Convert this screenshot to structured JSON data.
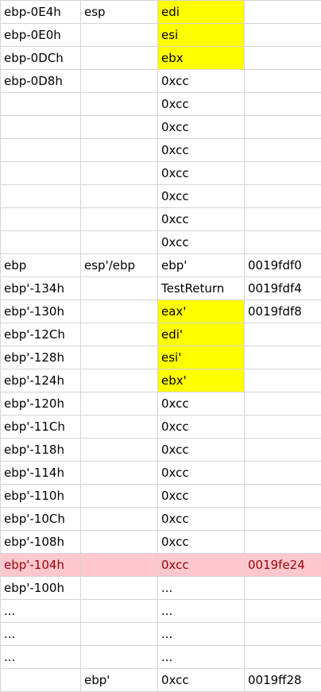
{
  "sheet": {
    "rows": [
      {
        "cells": [
          "ebp-0E4h",
          "esp",
          "edi",
          ""
        ],
        "highlight_col3": true
      },
      {
        "cells": [
          "ebp-0E0h",
          "",
          "esi",
          ""
        ],
        "highlight_col3": true
      },
      {
        "cells": [
          "ebp-0DCh",
          "",
          "ebx",
          ""
        ],
        "highlight_col3": true
      },
      {
        "cells": [
          "ebp-0D8h",
          "",
          "0xcc",
          ""
        ]
      },
      {
        "cells": [
          "",
          "",
          "0xcc",
          ""
        ]
      },
      {
        "cells": [
          "",
          "",
          "0xcc",
          ""
        ]
      },
      {
        "cells": [
          "",
          "",
          "0xcc",
          ""
        ]
      },
      {
        "cells": [
          "",
          "",
          "0xcc",
          ""
        ]
      },
      {
        "cells": [
          "",
          "",
          "0xcc",
          ""
        ]
      },
      {
        "cells": [
          "",
          "",
          "0xcc",
          ""
        ]
      },
      {
        "cells": [
          "",
          "",
          "0xcc",
          ""
        ]
      },
      {
        "cells": [
          "ebp",
          "esp'/ebp",
          "ebp'",
          "0019fdf0"
        ]
      },
      {
        "cells": [
          "ebp'-134h",
          "",
          "TestReturn",
          "0019fdf4"
        ]
      },
      {
        "cells": [
          "ebp'-130h",
          "",
          "eax'",
          "0019fdf8"
        ],
        "highlight_col3": true
      },
      {
        "cells": [
          "ebp'-12Ch",
          "",
          "edi'",
          ""
        ],
        "highlight_col3": true
      },
      {
        "cells": [
          "ebp'-128h",
          "",
          "esi'",
          ""
        ],
        "highlight_col3": true
      },
      {
        "cells": [
          "ebp'-124h",
          "",
          "ebx'",
          ""
        ],
        "highlight_col3": true
      },
      {
        "cells": [
          "ebp'-120h",
          "",
          "0xcc",
          ""
        ]
      },
      {
        "cells": [
          "ebp'-11Ch",
          "",
          "0xcc",
          ""
        ]
      },
      {
        "cells": [
          "ebp'-118h",
          "",
          "0xcc",
          ""
        ]
      },
      {
        "cells": [
          "ebp'-114h",
          "",
          "0xcc",
          ""
        ]
      },
      {
        "cells": [
          "ebp'-110h",
          "",
          "0xcc",
          ""
        ]
      },
      {
        "cells": [
          "ebp'-10Ch",
          "",
          "0xcc",
          ""
        ]
      },
      {
        "cells": [
          "ebp'-108h",
          "",
          "0xcc",
          ""
        ]
      },
      {
        "cells": [
          "ebp'-104h",
          "",
          "0xcc",
          "0019fe24"
        ],
        "highlight_row": true
      },
      {
        "cells": [
          "ebp'-100h",
          "",
          "...",
          ""
        ]
      },
      {
        "cells": [
          "...",
          "",
          "...",
          ""
        ]
      },
      {
        "cells": [
          "...",
          "",
          "...",
          ""
        ]
      },
      {
        "cells": [
          "...",
          "",
          "...",
          ""
        ]
      },
      {
        "cells": [
          "",
          "ebp'",
          "0xcc",
          "0019ff28"
        ]
      }
    ]
  },
  "colors": {
    "yellow_highlight": "#ffff00",
    "red_row_fill": "#ffc7ce",
    "red_row_text": "#9c0006",
    "gridline": "#d4d4d4"
  }
}
